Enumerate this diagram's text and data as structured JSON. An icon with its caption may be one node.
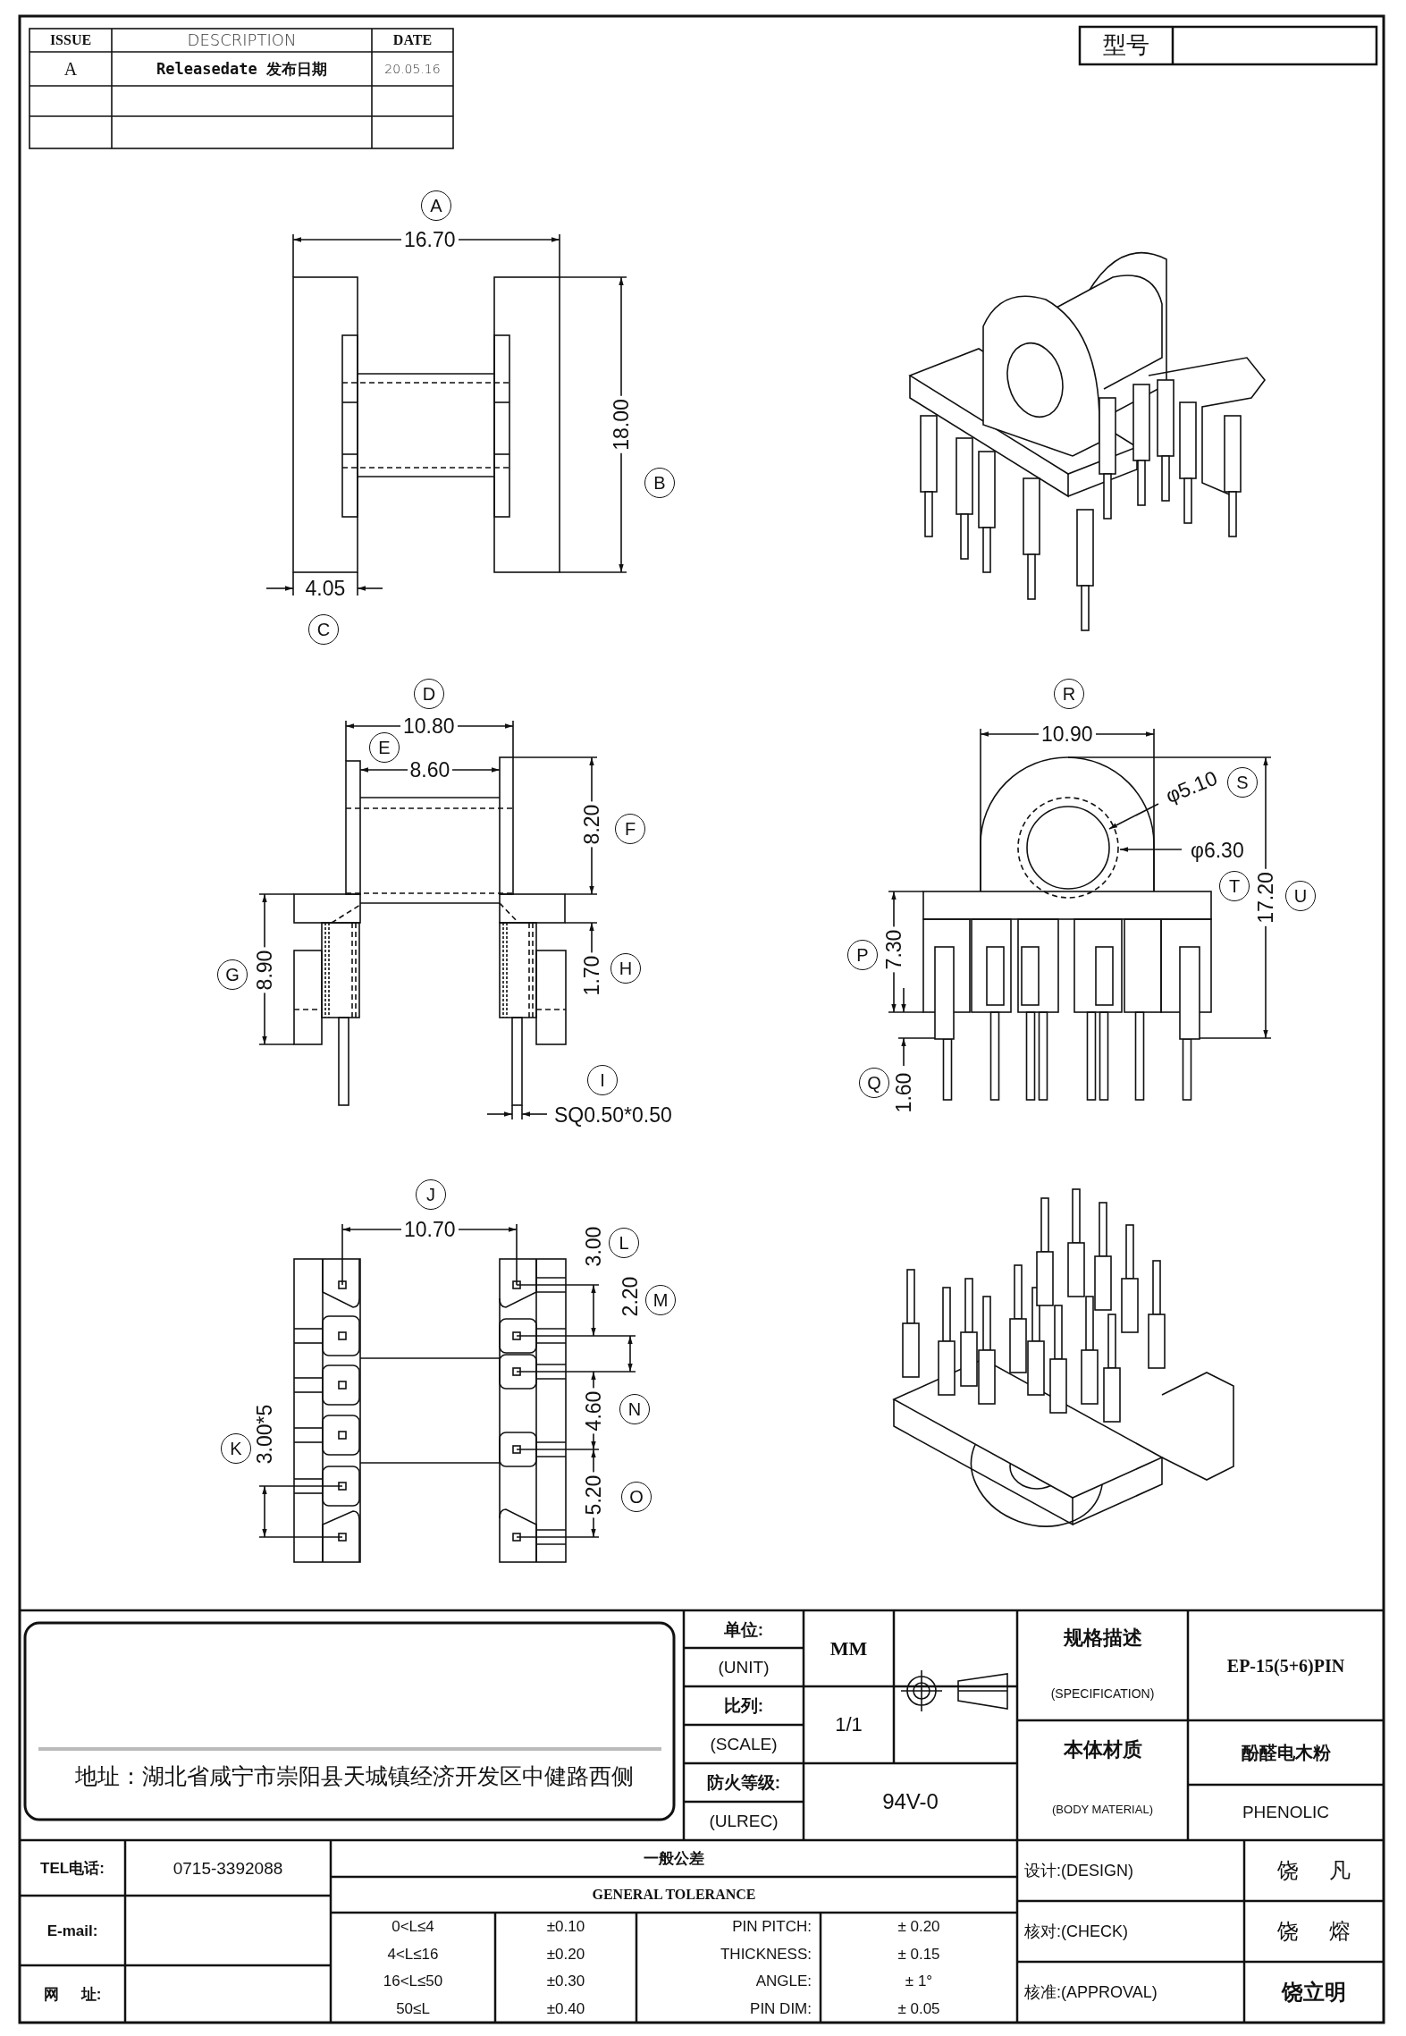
{
  "diagram": {
    "labels": [
      "ISSUE",
      "DESCRIPTION",
      "DATE",
      "A",
      "Releasedate 发布日期",
      "20.05.16",
      "型号",
      "A",
      "16.70",
      "18.00",
      "B",
      "4.05",
      "C",
      "D",
      "10.80",
      "E",
      "8.60",
      "8.20",
      "F",
      "G",
      "8.90",
      "1.70",
      "H",
      "I",
      "SQ0.50*0.50",
      "R",
      "10.90",
      "φ5.10",
      "S",
      "φ6.30",
      "T",
      "17.20",
      "U",
      "P",
      "7.30",
      "Q",
      "1.60",
      "J",
      "10.70",
      "3.00",
      "L",
      "2.20",
      "M",
      "4.60",
      "N",
      "5.20",
      "O",
      "K",
      "3.00*5",
      "地址：湖北省咸宁市崇阳县天城镇经济开发区中健路西侧",
      "单位:",
      "(UNIT)",
      "MM",
      "比列:",
      "(SCALE)",
      "1/1",
      "防火等级:",
      "(ULREC)",
      "94V-0",
      "规格描述",
      "(SPECIFICATION)",
      "EP-15(5+6)PIN",
      "本体材质",
      "(BODY MATERIAL)",
      "酚醛电木粉",
      "PHENOLIC",
      "TEL电话:",
      "0715-3392088",
      "E-mail:",
      "网 址:",
      "一般公差",
      "GENERAL TOLERANCE",
      "0<L≤4",
      "±0.10",
      "PIN PITCH:",
      "± 0.20",
      "4<L≤16",
      "±0.20",
      "THICKNESS:",
      "± 0.15",
      "16<L≤50",
      "±0.30",
      "ANGLE:",
      "± 1°",
      "50≤L",
      "±0.40",
      "PIN DIM:",
      "± 0.05",
      "设计:(DESIGN)",
      "饶 凡",
      "核对:(CHECK)",
      "饶 熔",
      "核准:(APPROVAL)",
      "饶立明"
    ]
  }
}
